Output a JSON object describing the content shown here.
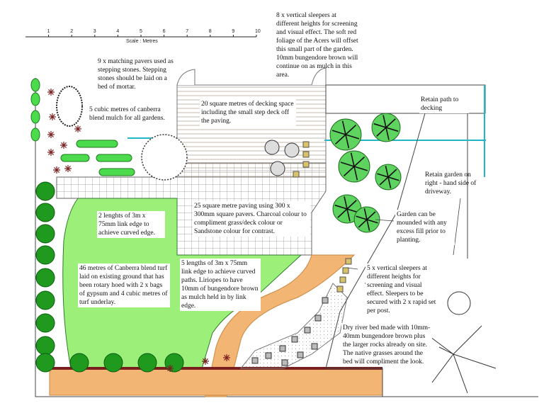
{
  "scale": {
    "ticks": [
      "1",
      "2",
      "3",
      "4",
      "5",
      "6",
      "7",
      "8",
      "9",
      "10"
    ],
    "label": "Scale : Metres"
  },
  "annotations": {
    "sleepers_top": "8 x vertical sleepers at different heights for screening and visual effect. The soft red foliage of the Acers will offset this small part of the garden. 10mm bungendore brown will continue on as mulch in this area.",
    "pavers": "9 x matching pavers used as stepping stones. Stepping stones should be laid on a bed of mortar.",
    "mulch": "5 cubic metres of canberra blend mulch for all gardens.",
    "decking": "20 square metres of decking space including the small step deck off the paving.",
    "retain_path": "Retain path to decking",
    "retain_garden": "Retain garden on right - hand side of driveway.",
    "paving": "25 square metre paving using 300 x 300mm square pavers. Charcoal colour to compliment grass/deck colour or Sandstone colour for contrast.",
    "link_edge_2": "2 lenghts of 3m x 75mm link edge to achieve curved edge.",
    "mounded": "Garden can be mounded with any excess fill prior to planting.",
    "turf": "46 metres of Canberra blend turf laid on existing ground that has been rotary hoed with 2 x bags of gypsum and 4 cubic metres of turf underlay.",
    "link_edge_5": "5 lengths of 3m x 75mm link edge to achieve curved paths. Liriopes to have 10mm of bungendore brown as mulch held in by link edge.",
    "sleepers_right": "5 x vertical sleepers at different heights for screening and visual effect. Sleepers to be secured with 2 x rapid set per post.",
    "river_bed": "Dry river bed made with 10mm-40mm bungendore brown plus the larger rocks already on site. The native grasses around the bed will compliment the look."
  },
  "colors": {
    "lawn": "#9cf07a",
    "path": "#f2b574",
    "hedge": "#1f9a1f",
    "edge_strip": "#7a1f1f",
    "paving_grid": "#888888",
    "deck_lines": "#9a8a7a",
    "water_line": "#23b5c8",
    "sleeper": "#d8c26a"
  }
}
